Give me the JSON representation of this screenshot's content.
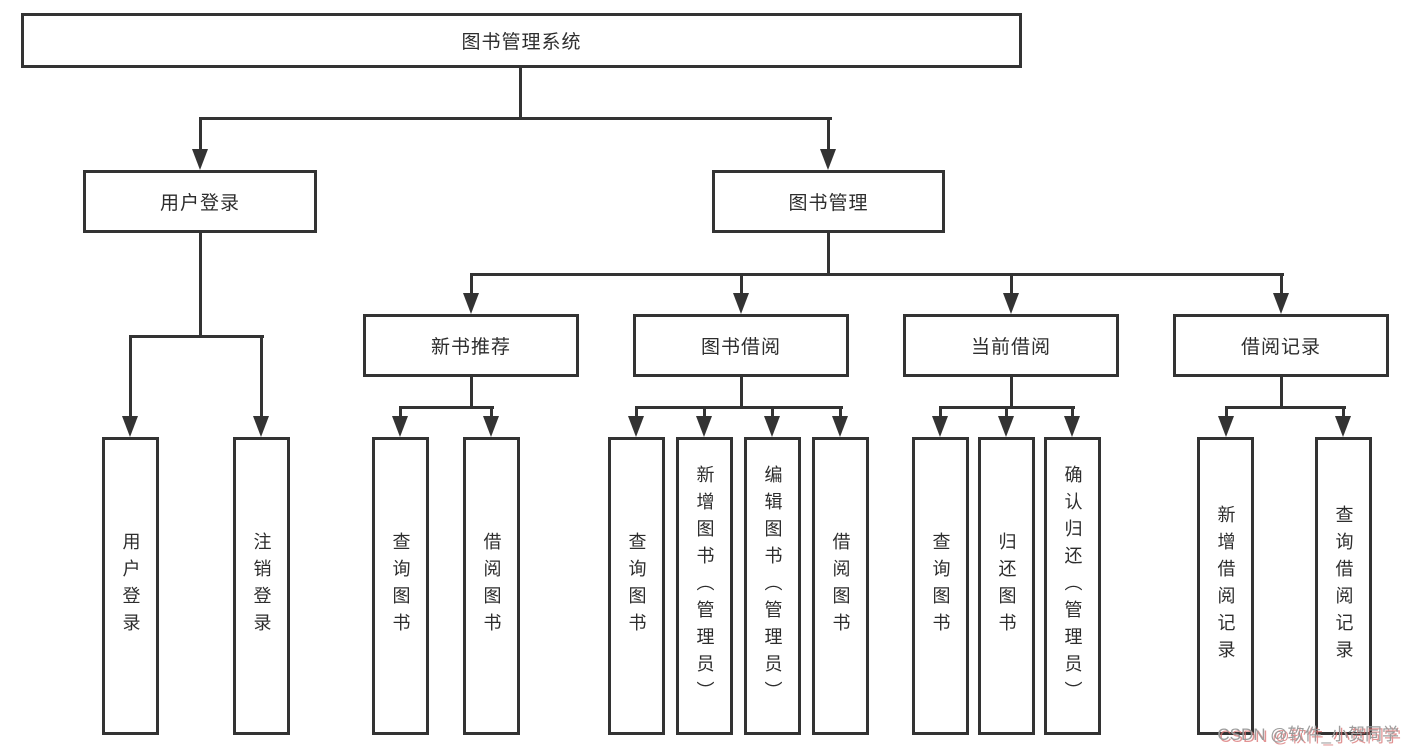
{
  "diagram": {
    "root": "图书管理系统",
    "branches": [
      {
        "label": "用户登录",
        "children": [
          "用户登录",
          "注销登录"
        ]
      },
      {
        "label": "图书管理",
        "groups": [
          {
            "label": "新书推荐",
            "children": [
              "查询图书",
              "借阅图书"
            ]
          },
          {
            "label": "图书借阅",
            "children": [
              "查询图书",
              "新增图书（管理员）",
              "编辑图书（管理员）",
              "借阅图书"
            ]
          },
          {
            "label": "当前借阅",
            "children": [
              "查询图书",
              "归还图书",
              "确认归还（管理员）"
            ]
          },
          {
            "label": "借阅记录",
            "children": [
              "新增借阅记录",
              "查询借阅记录"
            ]
          }
        ]
      }
    ],
    "colors": {
      "line": "#333333",
      "text": "#2d2d2d",
      "background": "#ffffff",
      "watermark_gray": "#9c9c9c",
      "watermark_red": "#d87070"
    }
  },
  "watermark": {
    "text": "CSDN @软件_小贺同学"
  }
}
